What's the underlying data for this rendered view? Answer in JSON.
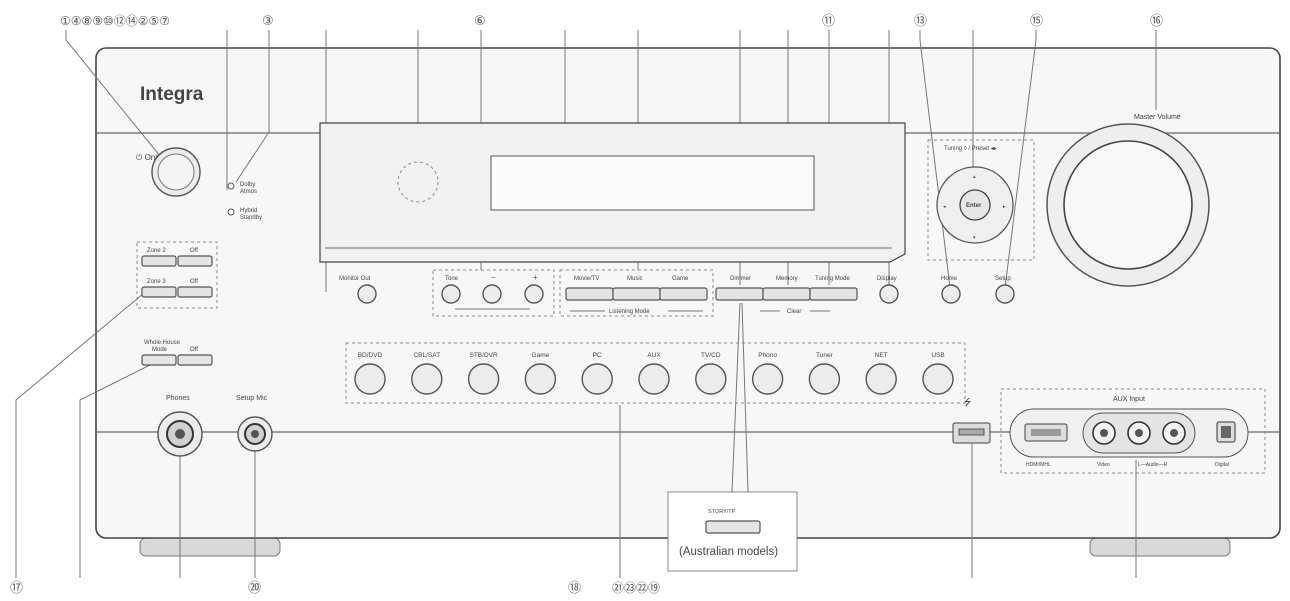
{
  "brand": "Integra",
  "top_callouts": [
    "①④⑧⑨⑩⑫⑭②⑤⑦",
    "③",
    "⑥",
    "⑪",
    "⑬",
    "⑮",
    "⑯"
  ],
  "bottom_callouts": [
    "⑰",
    "⑳",
    "⑱",
    "㉑㉓㉒⑲"
  ],
  "power": {
    "label": "On/Standby"
  },
  "indicators": {
    "dolby_line1": "Dolby",
    "dolby_line2": "Atmos",
    "hybrid_line1": "Hybrid",
    "hybrid_line2": "Standby"
  },
  "zone": {
    "zone2": "Zone 2",
    "zone3": "Zone 3",
    "off": "Off"
  },
  "whole_house": {
    "line1": "Whole House",
    "line2": "Mode",
    "off": "Off"
  },
  "jacks": {
    "phones": "Phones",
    "setup_mic": "Setup Mic"
  },
  "monitor_out": "Monitor Out",
  "tone": {
    "label": "Tone",
    "minus": "−",
    "plus": "+"
  },
  "listening": {
    "movie": "Movie/TV",
    "music": "Music",
    "game": "Game",
    "label": "Listening Mode"
  },
  "row_buttons": {
    "dimmer": "Dimmer",
    "memory": "Memory",
    "tuning_mode": "Tuning Mode",
    "clear": "Clear",
    "display": "Display",
    "home": "Home",
    "setup": "Setup"
  },
  "tuning": {
    "label": "Tuning ◊ / Preset ◂▸",
    "enter": "Enter"
  },
  "master_volume": "Master Volume",
  "selectors": [
    "BD/DVD",
    "CBL/SAT",
    "STB/DVR",
    "Game",
    "PC",
    "AUX",
    "TV/CD",
    "Phono",
    "Tuner",
    "NET",
    "USB"
  ],
  "usb_symbol": "⭍",
  "aux": {
    "title": "AUX Input",
    "hdmi": "HDMI/MHL",
    "video": "Video",
    "audio": "L—Audio—R",
    "digital": "Digital"
  },
  "inset": {
    "button_label": "STORY/TP",
    "caption": "(Australian models)"
  }
}
